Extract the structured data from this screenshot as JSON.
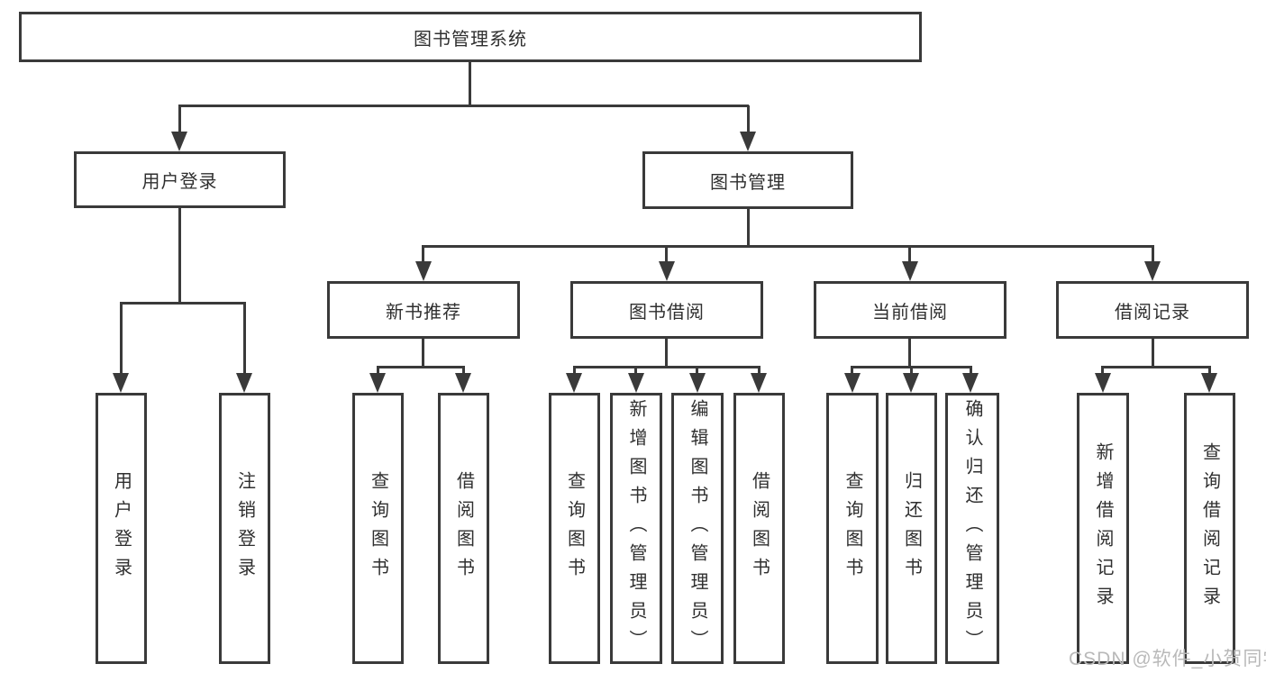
{
  "tree": {
    "root": {
      "label": "图书管理系统"
    },
    "user_login": {
      "label": "用户登录",
      "leaves": [
        {
          "label": "用户登录"
        },
        {
          "label": "注销登录"
        }
      ]
    },
    "book_management": {
      "label": "图书管理",
      "groups": [
        {
          "label": "新书推荐",
          "leaves": [
            {
              "label": "查询图书"
            },
            {
              "label": "借阅图书"
            }
          ]
        },
        {
          "label": "图书借阅",
          "leaves": [
            {
              "label": "查询图书"
            },
            {
              "label": "新增图书（管理员）"
            },
            {
              "label": "编辑图书（管理员）"
            },
            {
              "label": "借阅图书"
            }
          ]
        },
        {
          "label": "当前借阅",
          "leaves": [
            {
              "label": "查询图书"
            },
            {
              "label": "归还图书"
            },
            {
              "label": "确认归还（管理员）"
            }
          ]
        },
        {
          "label": "借阅记录",
          "leaves": [
            {
              "label": "新增借阅记录"
            },
            {
              "label": "查询借阅记录"
            }
          ]
        }
      ]
    }
  },
  "watermark": {
    "text": "CSDN @软件_小贺同学"
  },
  "colors": {
    "line": "#3a3a3a",
    "text": "#2f2f2f",
    "watermark": "#b9b9b9",
    "background": "#ffffff"
  }
}
